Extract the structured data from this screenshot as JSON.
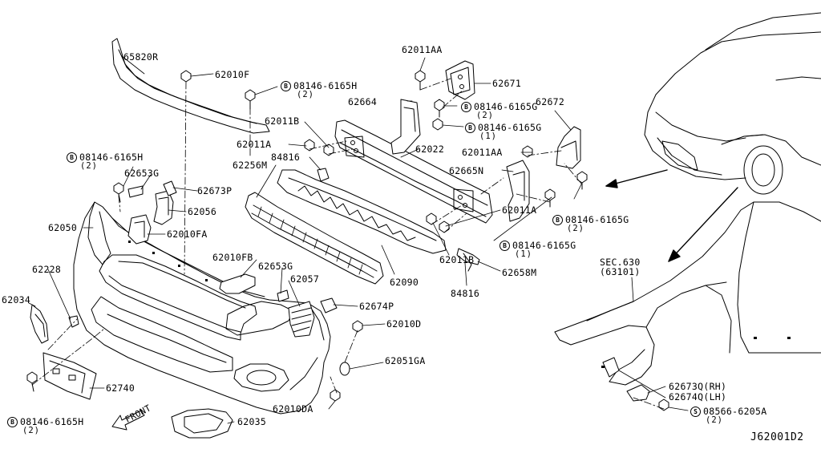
{
  "diagram_code": "J62001D2",
  "front_label": "FRONT",
  "markers": {
    "bolt_b": "B",
    "bolt_s": "S"
  },
  "parts": [
    {
      "id": "p01",
      "text": "65820R"
    },
    {
      "id": "p02",
      "text": "62010F"
    },
    {
      "id": "p03",
      "text": "08146-6165H",
      "qty": "(2)",
      "marker": "B"
    },
    {
      "id": "p04",
      "text": "62011B"
    },
    {
      "id": "p05",
      "text": "62011A"
    },
    {
      "id": "p06",
      "text": "84816"
    },
    {
      "id": "p07",
      "text": "62256M"
    },
    {
      "id": "p08",
      "text": "08146-6165H",
      "qty": "(2)",
      "marker": "B"
    },
    {
      "id": "p09",
      "text": "62653G"
    },
    {
      "id": "p10",
      "text": "62673P"
    },
    {
      "id": "p11",
      "text": "62056"
    },
    {
      "id": "p12",
      "text": "62050"
    },
    {
      "id": "p13",
      "text": "62010FA"
    },
    {
      "id": "p14",
      "text": "62228"
    },
    {
      "id": "p15",
      "text": "62010FB"
    },
    {
      "id": "p16",
      "text": "62653G"
    },
    {
      "id": "p17",
      "text": "62057"
    },
    {
      "id": "p18",
      "text": "62034"
    },
    {
      "id": "p19",
      "text": "62674P"
    },
    {
      "id": "p20",
      "text": "62010D"
    },
    {
      "id": "p21",
      "text": "62051GA"
    },
    {
      "id": "p22",
      "text": "62740"
    },
    {
      "id": "p23",
      "text": "62010DA"
    },
    {
      "id": "p24",
      "text": "08146-6165H",
      "qty": "(2)",
      "marker": "B"
    },
    {
      "id": "p25",
      "text": "62035"
    },
    {
      "id": "p26",
      "text": "62011AA"
    },
    {
      "id": "p27",
      "text": "62671"
    },
    {
      "id": "p28",
      "text": "62664"
    },
    {
      "id": "p29",
      "text": "08146-6165G",
      "qty": "(2)",
      "marker": "B"
    },
    {
      "id": "p30",
      "text": "08146-6165G",
      "qty": "(1)",
      "marker": "B"
    },
    {
      "id": "p31",
      "text": "62022"
    },
    {
      "id": "p32",
      "text": "62672"
    },
    {
      "id": "p33",
      "text": "62011AA"
    },
    {
      "id": "p34",
      "text": "62665N"
    },
    {
      "id": "p35",
      "text": "62011A"
    },
    {
      "id": "p36",
      "text": "08146-6165G",
      "qty": "(2)",
      "marker": "B"
    },
    {
      "id": "p37",
      "text": "08146-6165G",
      "qty": "(1)",
      "marker": "B"
    },
    {
      "id": "p38",
      "text": "62011B"
    },
    {
      "id": "p39",
      "text": "62658M"
    },
    {
      "id": "p40",
      "text": "62090"
    },
    {
      "id": "p41",
      "text": "84816"
    },
    {
      "id": "p42",
      "text": "SEC.630",
      "sub": "(63101)"
    },
    {
      "id": "p43",
      "text": "62673Q(RH)"
    },
    {
      "id": "p44",
      "text": "62674Q(LH)"
    },
    {
      "id": "p45",
      "text": "08566-6205A",
      "qty": "(2)",
      "marker": "S"
    }
  ]
}
